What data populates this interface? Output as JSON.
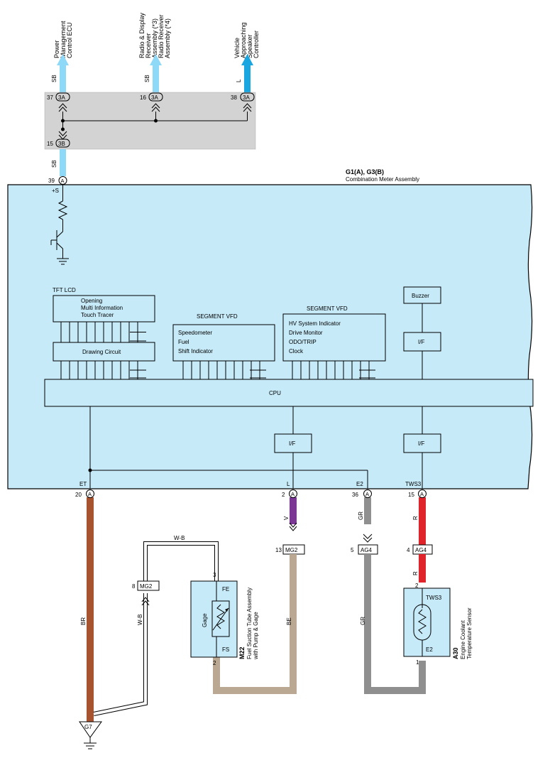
{
  "destinations": {
    "power_mgmt": [
      "Power",
      "Management",
      "Control ECU"
    ],
    "radio": [
      "Radio & Display",
      "Receiver",
      "Assembly (*3)",
      "Radio Receiver",
      "Assembly (*4)"
    ],
    "vehicle": [
      "Vehicle",
      "Approaching",
      "Speaker",
      "Controller"
    ]
  },
  "wire_colors_top": {
    "power_mgmt": "SB",
    "radio": "SB",
    "vehicle": "L",
    "meter_feed": "SB"
  },
  "junction": {
    "pins": {
      "power_mgmt": "37",
      "radio": "16",
      "vehicle": "38",
      "bottom": "15"
    },
    "connectors": {
      "top": "3A",
      "bottom": "3B"
    }
  },
  "meter": {
    "id": "G1(A), G3(B)",
    "name": "Combination Meter Assembly",
    "input_pin": "39",
    "input_conn": "A",
    "input_label": "+S",
    "tft_lcd": {
      "title": "TFT LCD",
      "lines": [
        "Opening",
        "Multi Information",
        "Touch Tracer"
      ],
      "drawing": "Drawing Circuit"
    },
    "vfd1": {
      "title": "SEGMENT VFD",
      "lines": [
        "Speedometer",
        "Fuel",
        "Shift Indicator"
      ]
    },
    "vfd2": {
      "title": "SEGMENT VFD",
      "lines": [
        "HV System Indicator",
        "Drive Monitor",
        "ODO/TRIP",
        "Clock"
      ]
    },
    "buzzer": "Buzzer",
    "if_label": "I/F",
    "cpu": "CPU",
    "terminals": {
      "et": {
        "name": "ET",
        "pin": "20",
        "conn": "A"
      },
      "l": {
        "name": "L",
        "pin": "2",
        "conn": "A"
      },
      "e2": {
        "name": "E2",
        "pin": "36",
        "conn": "A"
      },
      "tws3": {
        "name": "TWS3",
        "pin": "15",
        "conn": "A"
      }
    }
  },
  "wires": {
    "et": "BR",
    "l_upper": "V",
    "l_lower": "BE",
    "e2": "GR",
    "e2_lower": "GR",
    "tws3_upper": "R",
    "tws3_lower": "R",
    "wb_top": "W-B",
    "wb_side": "W-B"
  },
  "connectors": {
    "mg2_l": {
      "pin": "13",
      "name": "MG2"
    },
    "ag4_e2": {
      "pin": "5",
      "name": "AG4"
    },
    "ag4_tws3": {
      "pin": "4",
      "name": "AG4"
    },
    "mg2_wb": {
      "pin": "8",
      "name": "MG2"
    }
  },
  "fuel_gage": {
    "id": "M22",
    "name_lines": [
      "Fuel Suction Tube Assembly",
      "with Pump & Gage"
    ],
    "inner": "Gage",
    "fe": "FE",
    "fs": "FS",
    "pin_fe": "3",
    "pin_fs": "2"
  },
  "coolant_sensor": {
    "id": "A30",
    "name_lines": [
      "Engine Coolant",
      "Temperature Sensor"
    ],
    "tws3": "TWS3",
    "e2": "E2",
    "pin_top": "2",
    "pin_bottom": "1"
  },
  "ground": "G7",
  "colors": {
    "meter_fill": "#c6eaf8",
    "sb": "#8ed8f8",
    "l_blue": "#1aa6e0",
    "br": "#a8532f",
    "violet": "#7a3794",
    "be": "#bba892",
    "gr": "#8f8f8f",
    "red": "#e0242b",
    "junction_gray": "#d3d3d3"
  }
}
